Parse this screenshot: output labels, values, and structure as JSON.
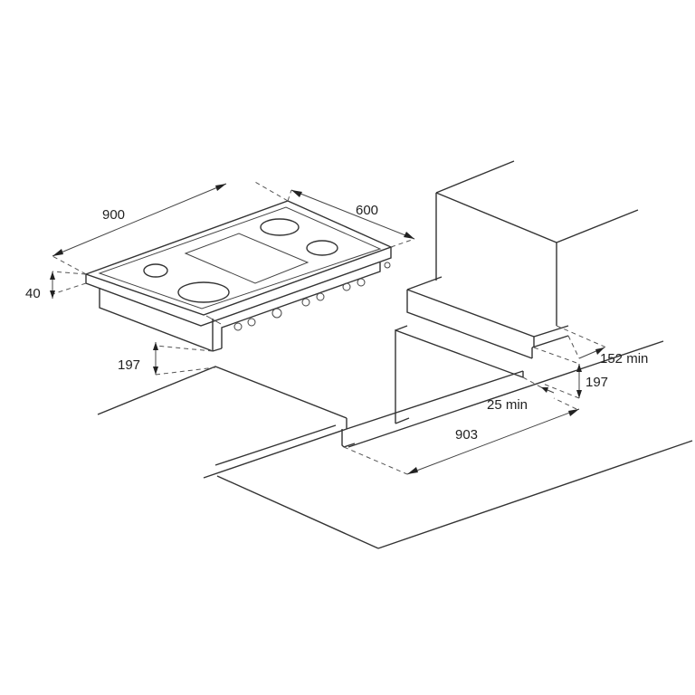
{
  "dimensions": {
    "width": "900",
    "depth": "600",
    "thickness": "40",
    "below_hob": "197",
    "wall_clearance": "152 min",
    "cabinet_height": "197",
    "front_clearance": "25 min",
    "cutout_width": "903"
  },
  "colors": {
    "line": "#333333",
    "background": "#ffffff"
  }
}
